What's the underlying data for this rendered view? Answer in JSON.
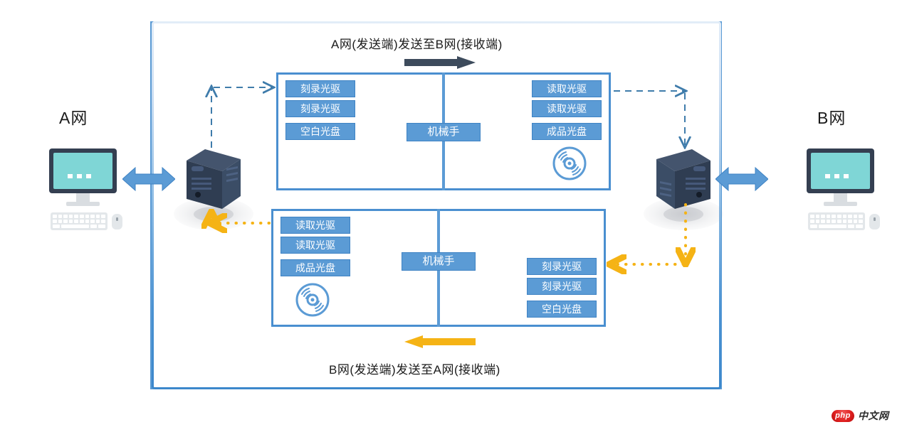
{
  "frame": {
    "accent_blue": "#4a8fd0",
    "tag_blue": "#5b9bd5",
    "orange": "#f5b315",
    "dark_navy": "#343f51"
  },
  "left_side": {
    "network_label": "A网",
    "workstation_name": "desktop-computer",
    "server_name": "server-tower"
  },
  "right_side": {
    "network_label": "B网",
    "workstation_name": "desktop-computer",
    "server_name": "server-tower"
  },
  "captions": {
    "top": "A网(发送端)发送至B网(接收端)",
    "bottom": "B网(发送端)发送至A网(接收端)"
  },
  "top_machine": {
    "left_panel": {
      "tags": [
        "刻录光驱",
        "刻录光驱",
        "空白光盘"
      ],
      "has_disc": false
    },
    "center_label": "机械手",
    "right_panel": {
      "tags": [
        "读取光驱",
        "读取光驱",
        "成品光盘"
      ],
      "has_disc": true
    }
  },
  "bottom_machine": {
    "left_panel": {
      "tags": [
        "读取光驱",
        "读取光驱",
        "成品光盘"
      ],
      "has_disc": true
    },
    "center_label": "机械手",
    "right_panel": {
      "tags": [
        "刻录光驱",
        "刻录光驱",
        "空白光盘"
      ],
      "has_disc": false
    }
  },
  "flows": {
    "forward": {
      "name": "a-to-b-flow",
      "style": "dashed",
      "color": "#3f7cab",
      "direction": "A网 → B网"
    },
    "reverse": {
      "name": "b-to-a-flow",
      "style": "dotted",
      "color": "#f5b315",
      "direction": "B网 → A网"
    }
  },
  "watermark": {
    "badge": "php",
    "text": "中文网"
  }
}
